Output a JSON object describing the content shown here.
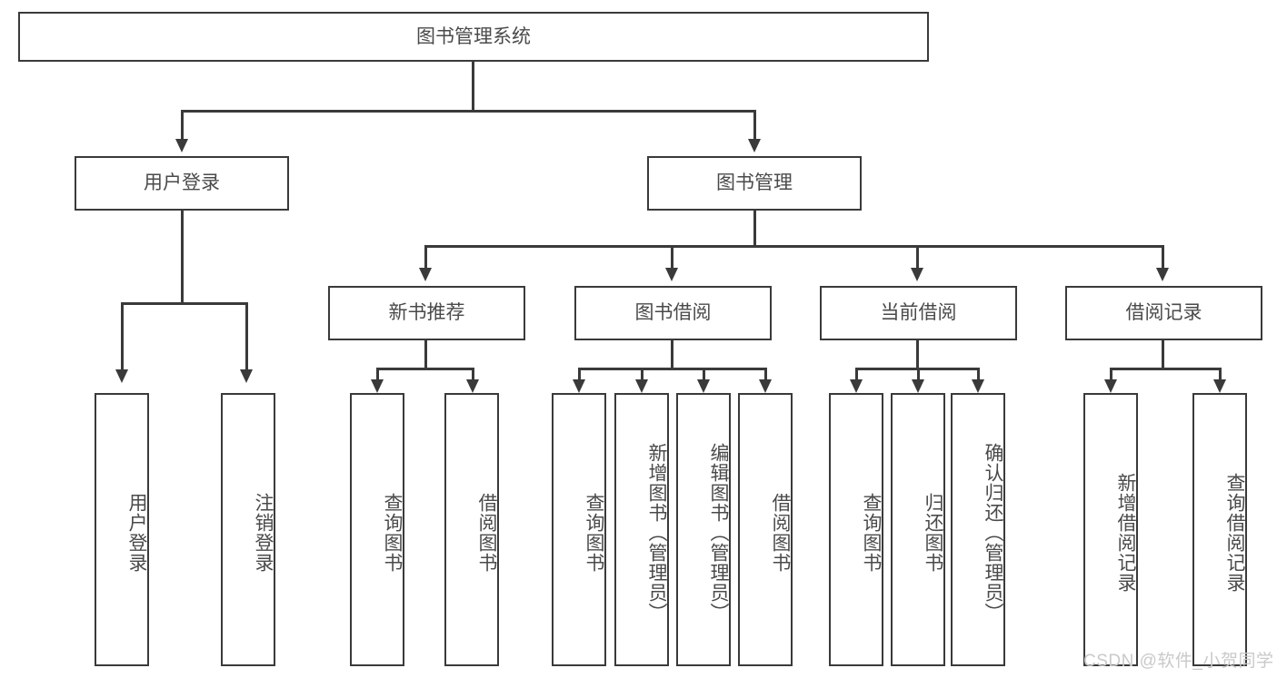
{
  "diagram": {
    "type": "tree",
    "title": "图书管理系统",
    "root": {
      "label": "图书管理系统"
    },
    "level2": [
      {
        "label": "用户登录"
      },
      {
        "label": "图书管理"
      }
    ],
    "level3": [
      {
        "label": "新书推荐"
      },
      {
        "label": "图书借阅"
      },
      {
        "label": "当前借阅"
      },
      {
        "label": "借阅记录"
      }
    ],
    "leaves": {
      "user_login": [
        {
          "label": "用户登录"
        },
        {
          "label": "注销登录"
        }
      ],
      "new_book_recommend": [
        {
          "label": "查询图书"
        },
        {
          "label": "借阅图书"
        }
      ],
      "book_borrow": [
        {
          "label": "查询图书"
        },
        {
          "label": "新增图书（管理员）"
        },
        {
          "label": "编辑图书（管理员）"
        },
        {
          "label": "借阅图书"
        }
      ],
      "current_borrow": [
        {
          "label": "查询图书"
        },
        {
          "label": "归还图书"
        },
        {
          "label": "确认归还（管理员）"
        }
      ],
      "borrow_record": [
        {
          "label": "新增借阅记录"
        },
        {
          "label": "查询借阅记录"
        }
      ]
    }
  },
  "watermark": {
    "text": "CSDN @软件_小贺同学"
  },
  "colors": {
    "stroke": "#3a3a3a",
    "text": "#4a4a4a",
    "background": "#ffffff",
    "watermark": "#c9c9c9"
  }
}
